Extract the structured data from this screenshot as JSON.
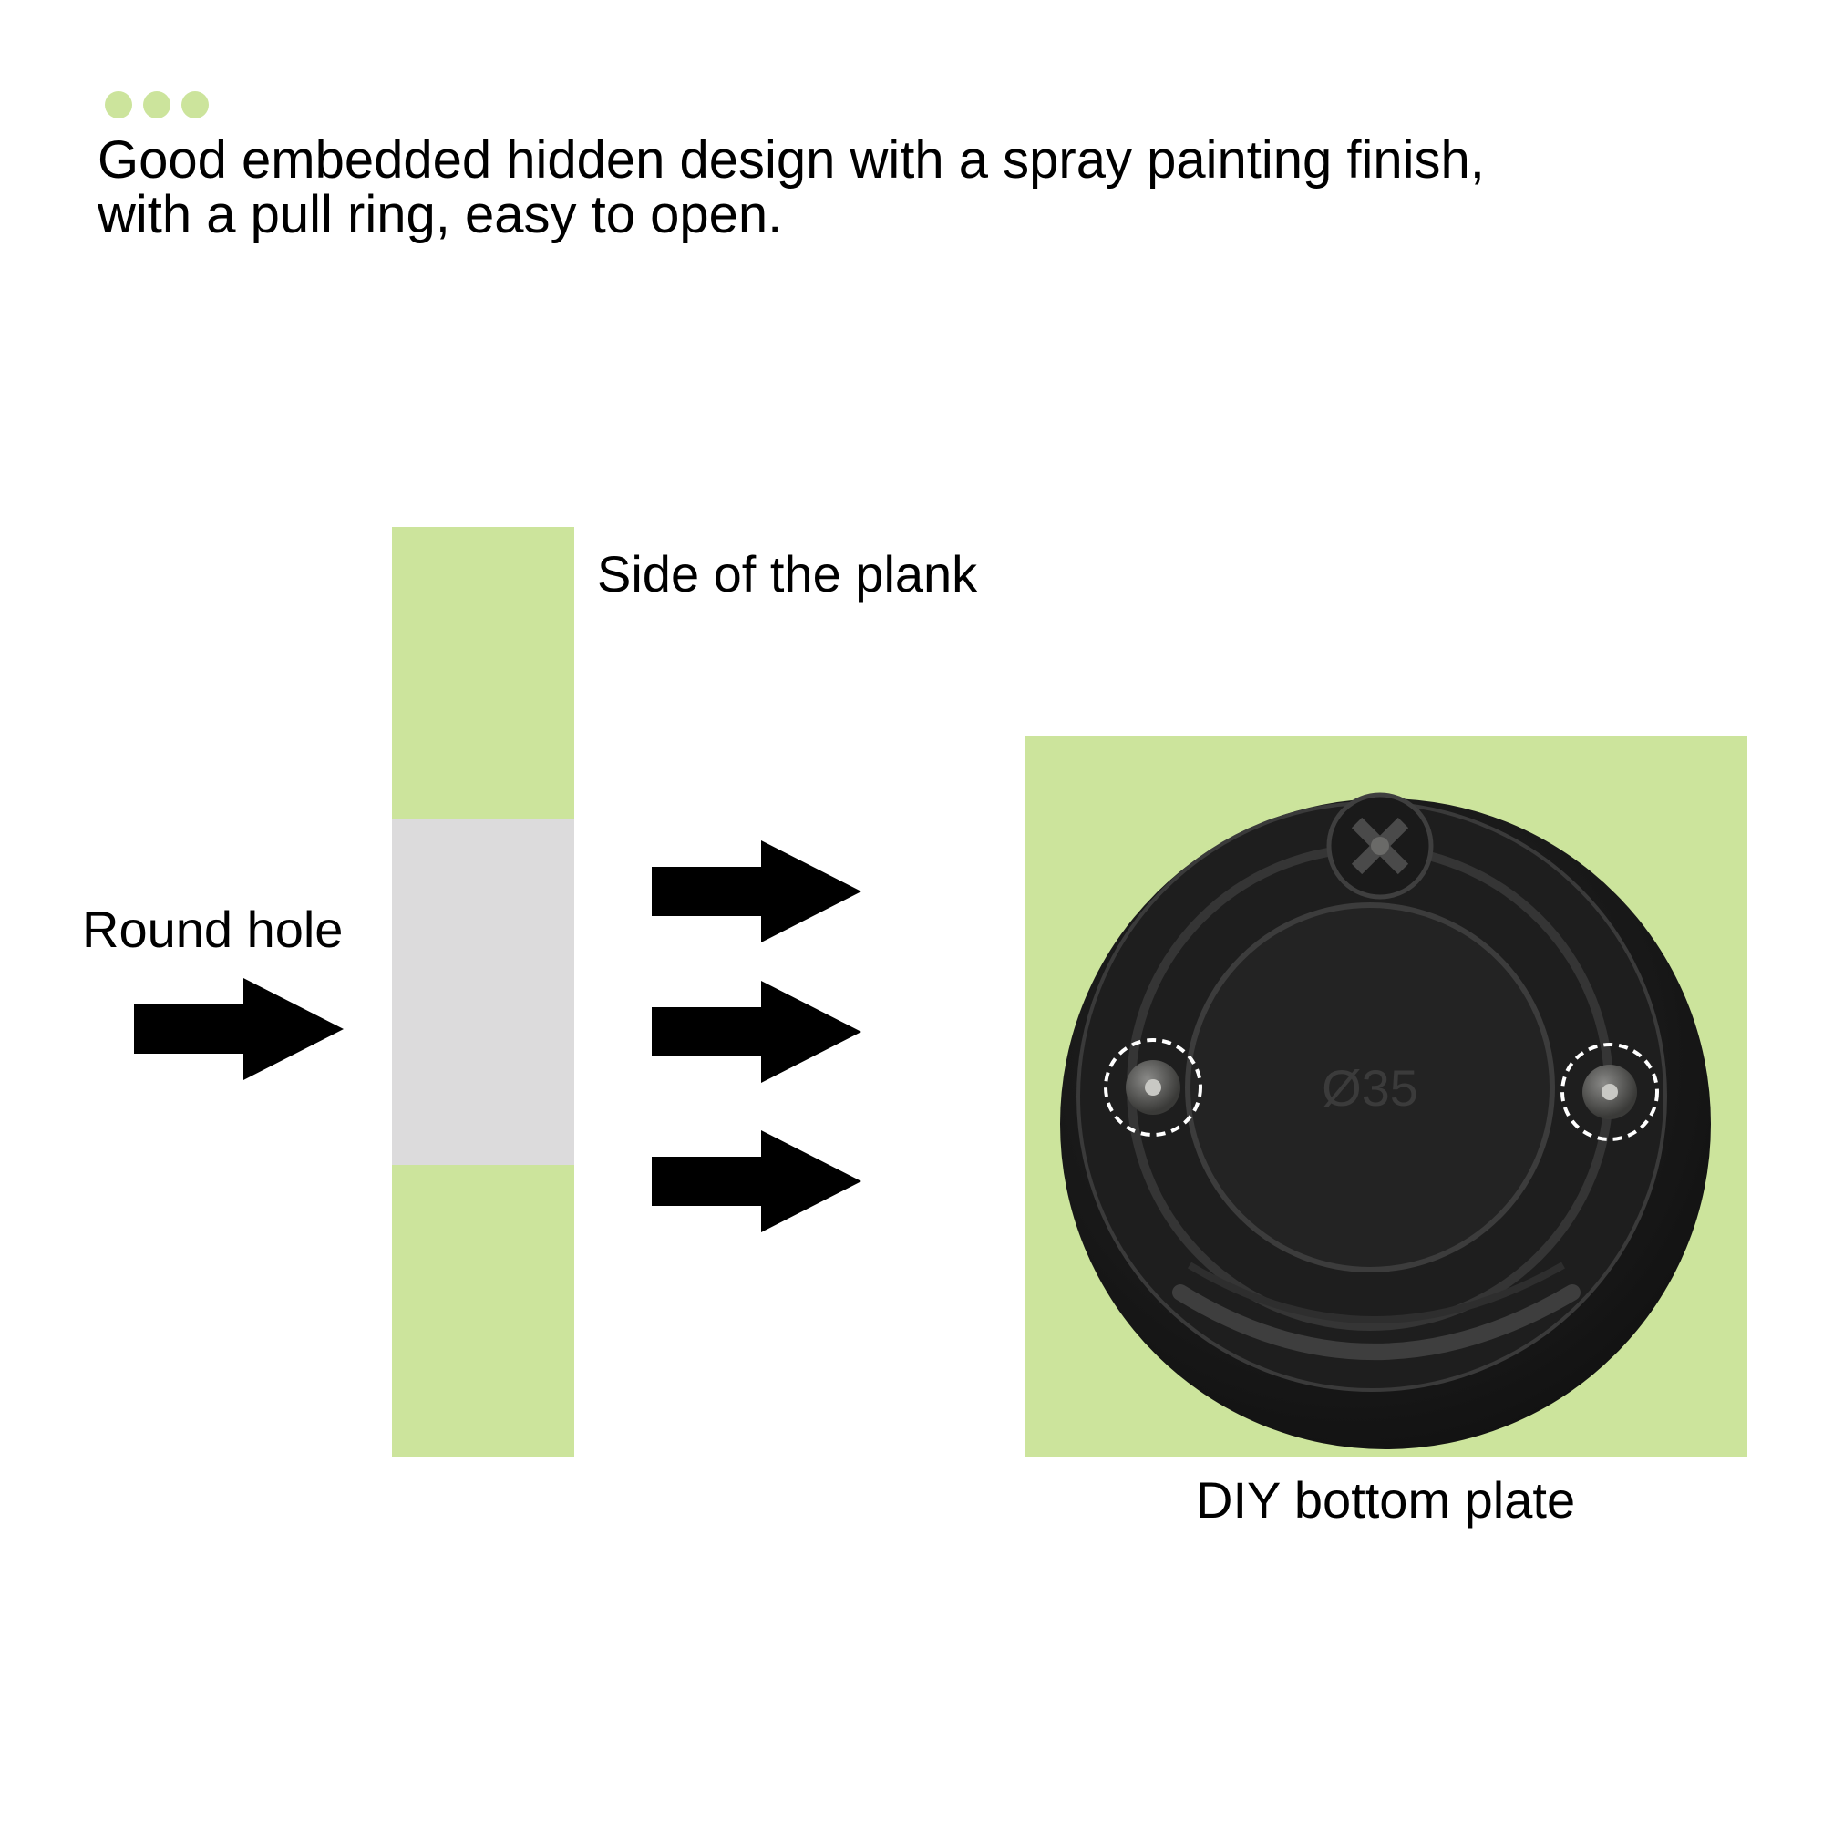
{
  "header": {
    "line1": "Good embedded hidden design with a spray painting finish,",
    "line2": "with a pull ring, easy to open."
  },
  "labels": {
    "plank_side": "Side of the plank",
    "round_hole": "Round hole",
    "bottom_plate": "DIY bottom plate"
  },
  "plate": {
    "size_marking": "Ø35"
  },
  "colors": {
    "accent_green": "#cce49c",
    "hole_gray": "#dcdbdc",
    "plate_black": "#1c1c1c"
  }
}
